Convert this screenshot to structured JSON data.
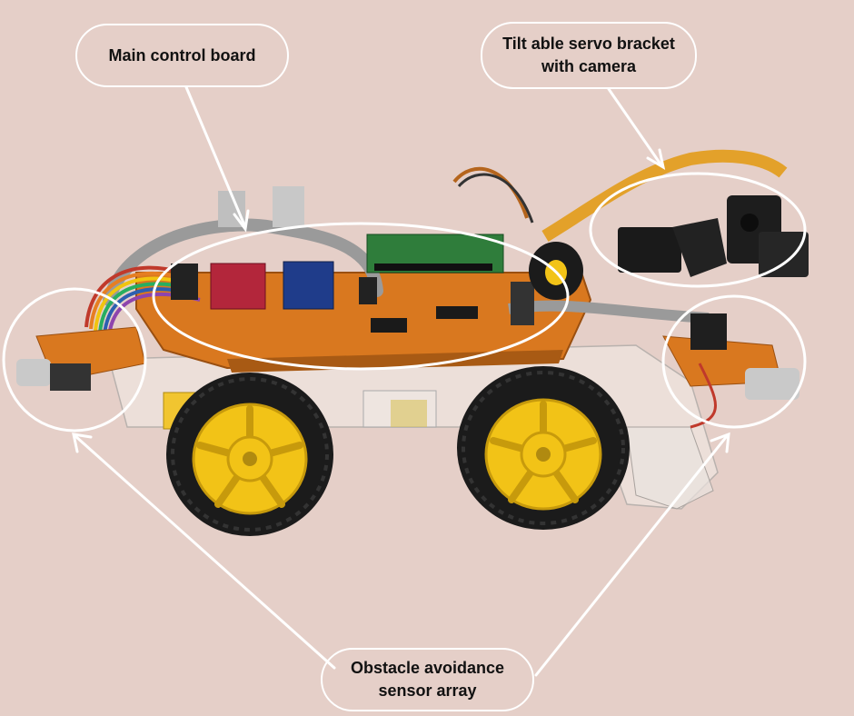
{
  "labels": {
    "main_control_board": "Main control board",
    "tilt_servo": {
      "line1": "Tilt able servo bracket",
      "line2": "with camera"
    },
    "obstacle_sensor": {
      "line1": "Obstacle avoidance",
      "line2": "sensor array"
    }
  },
  "colors": {
    "background": "#e5cfc8",
    "callout_stroke": "#ffffff",
    "label_text": "#111111",
    "pcb_orange": "#d9781f",
    "wheel_yellow": "#f2c317",
    "tire_black": "#1b1b1b",
    "ribbon_cable": "#e3a12a",
    "raspberry_pi_green": "#2f7d3b"
  }
}
